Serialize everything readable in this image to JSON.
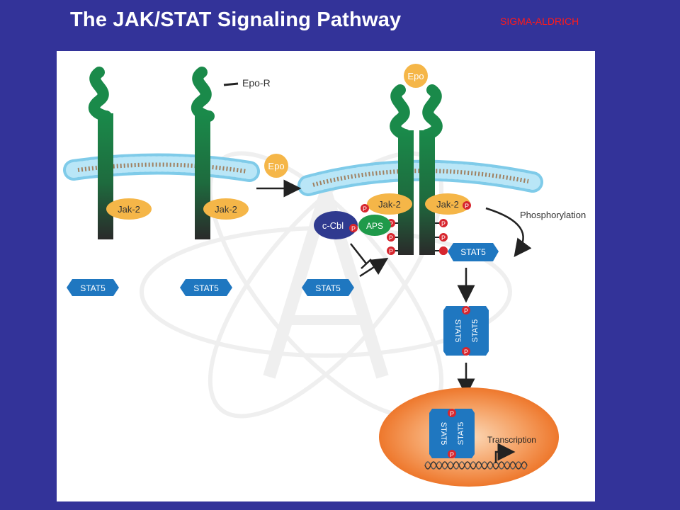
{
  "slide": {
    "title": "The JAK/STAT Signaling Pathway",
    "brand": "SIGMA-ALDRICH"
  },
  "diagram": {
    "labels": {
      "receptor": "Epo-R",
      "ligand": "Epo",
      "jak": "Jak-2",
      "stat": "STAT5",
      "phospho": "P",
      "cbl": "c-Cbl",
      "aps": "APS",
      "phosphorylation": "Phosphorylation",
      "transcription": "Transcription"
    },
    "colors": {
      "background": "#333399",
      "panel": "#ffffff",
      "receptor_top": "#1a8a4a",
      "receptor_bottom": "#2a2a2a",
      "jak": "#f5b648",
      "stat": "#1f77c0",
      "phospho": "#d7262e",
      "cbl": "#2f3a8f",
      "aps": "#1f9a4a",
      "nucleus": "#f07a2a",
      "membrane": "#8fd3f0",
      "brand": "#ff1a1a"
    }
  }
}
